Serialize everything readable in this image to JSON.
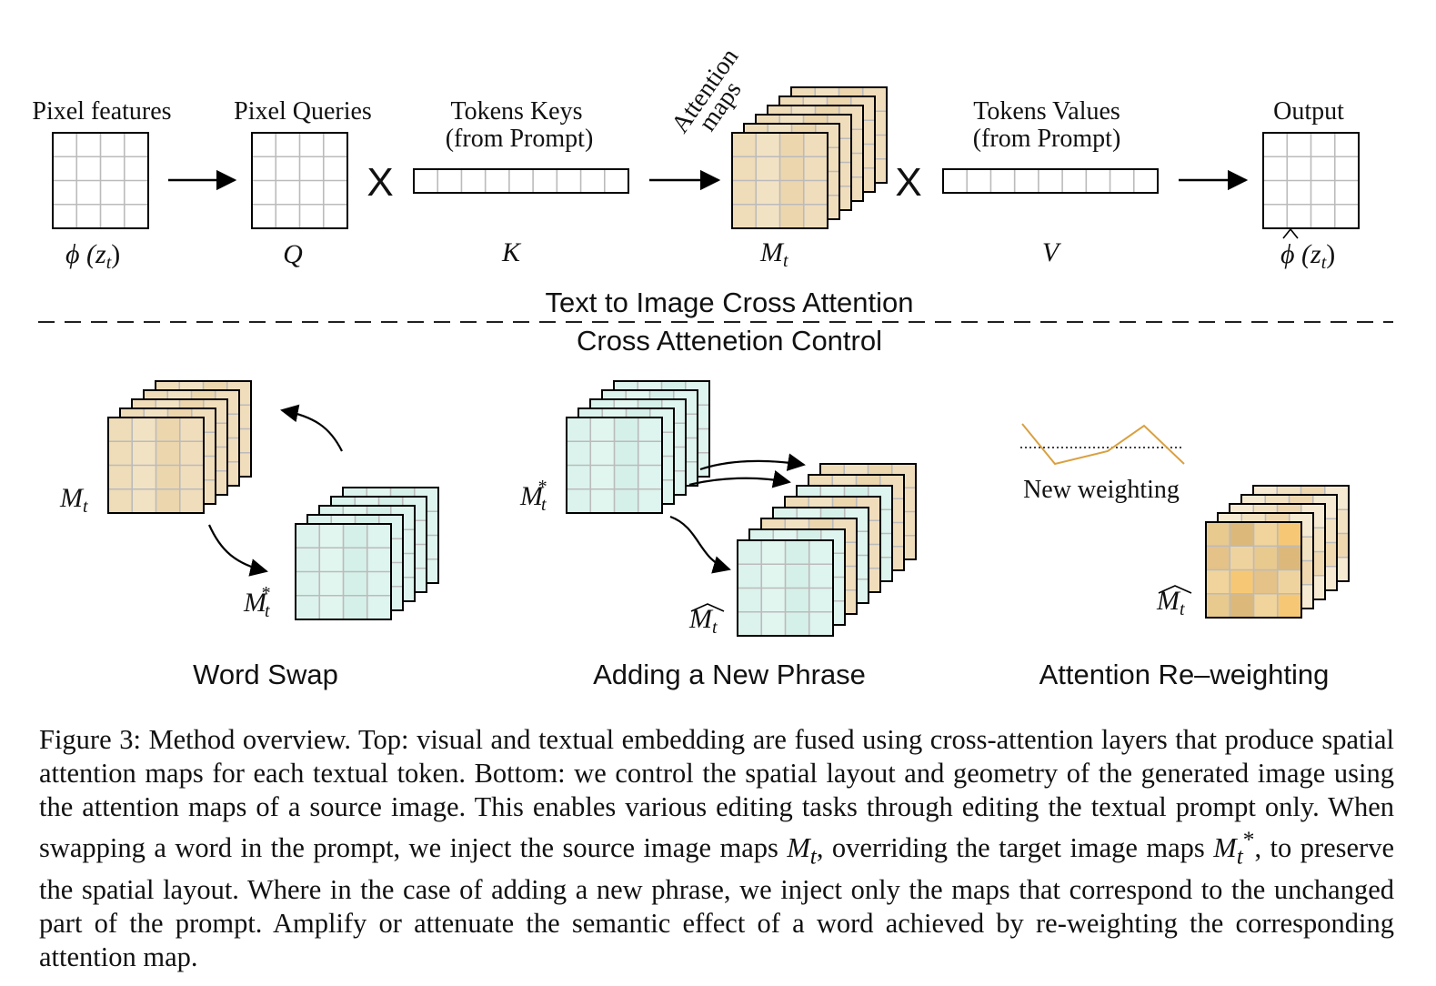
{
  "top": {
    "pixel_features": {
      "label": "Pixel features",
      "symbol": "ϕ (z",
      "sub": "t",
      "tail": ")"
    },
    "pixel_queries": {
      "label": "Pixel Queries",
      "symbol": "Q"
    },
    "tokens_keys": {
      "line1": "Tokens Keys",
      "line2": "(from Prompt)",
      "symbol": "K"
    },
    "attention_maps": {
      "line1": "Attention",
      "line2": "maps",
      "symbol": "M",
      "sub": "t"
    },
    "tokens_values": {
      "line1": "Tokens Values",
      "line2": "(from Prompt)",
      "symbol": "V"
    },
    "output": {
      "label": "Output",
      "symbol": "ϕ (z",
      "sub": "t",
      "tail": ")"
    },
    "times_sign": "X"
  },
  "section": {
    "top_title": "Text to Image Cross Attention",
    "bottom_title": "Cross Attenetion Control"
  },
  "bottom": {
    "word_swap": {
      "title": "Word Swap",
      "m_label": "M",
      "m_sub": "t",
      "mstar_label": "M",
      "mstar_sub": "t",
      "mstar_sup": "*"
    },
    "new_phrase": {
      "title": "Adding a New Phrase",
      "mstar_label": "M",
      "mstar_sub": "t",
      "mstar_sup": "*",
      "mhat_label": "M",
      "mhat_sub": "t"
    },
    "reweighting": {
      "title": "Attention Re–weighting",
      "weight_label": "New weighting",
      "mhat_label": "M",
      "mhat_sub": "t"
    }
  },
  "colors": {
    "warm_map": "#efdcb8",
    "cool_map": "#dbf3ec",
    "grid_line": "#bbbbbb",
    "weight_curve": "#d9a040"
  },
  "caption": {
    "p1": "Figure 3: Method overview. Top: visual and textual embedding are fused using cross-attention layers that produce spatial attention maps for each textual token. Bottom: we control the spatial layout and geometry of the generated image using the attention maps of a source image. This enables various editing tasks through editing the textual prompt only. When swapping a word in the prompt, we inject the source image maps ",
    "m1": "M",
    "m1_sub": "t",
    "p2": ", overriding the target image maps ",
    "m2": "M",
    "m2_sub": "t",
    "m2_sup": "*",
    "p3": ", to preserve the spatial layout. Where in the case of adding a new phrase, we inject only the maps that correspond to the unchanged part of the prompt. Amplify or attenuate the semantic effect of a word achieved by re-weighting the corresponding attention map."
  }
}
